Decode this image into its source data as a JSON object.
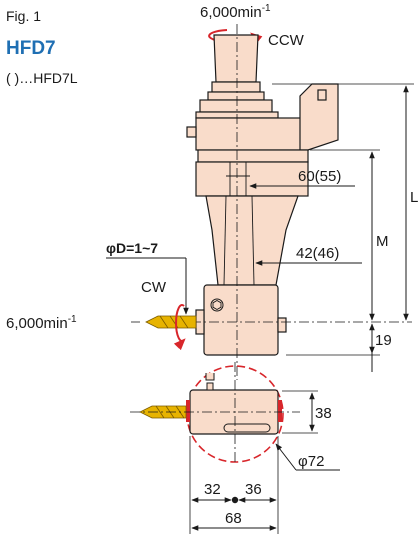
{
  "figure": {
    "label": "Fig. 1",
    "model": "HFD7",
    "variant_note": "(  )…HFD7L"
  },
  "spindle": {
    "speed_value": "6,000min",
    "speed_exp": "-1",
    "rotation": "CCW"
  },
  "output": {
    "speed_value": "6,000min",
    "speed_exp": "-1",
    "rotation": "CW",
    "drill_range": "φD=1~7"
  },
  "dimensions": {
    "width_upper": "60(55)",
    "width_lower": "42(46)",
    "length_m": "M",
    "length_l": "L",
    "offset": "19",
    "height_side": "38",
    "diameter": "φ72",
    "left_half": "32",
    "right_half": "36",
    "total_width": "68"
  },
  "colors": {
    "body_fill": "#f9dcca",
    "outline": "#1a1a1a",
    "accent_blue": "#1f6fb3",
    "arrow_red": "#d8262b",
    "drill_gold": "#e7b300"
  }
}
